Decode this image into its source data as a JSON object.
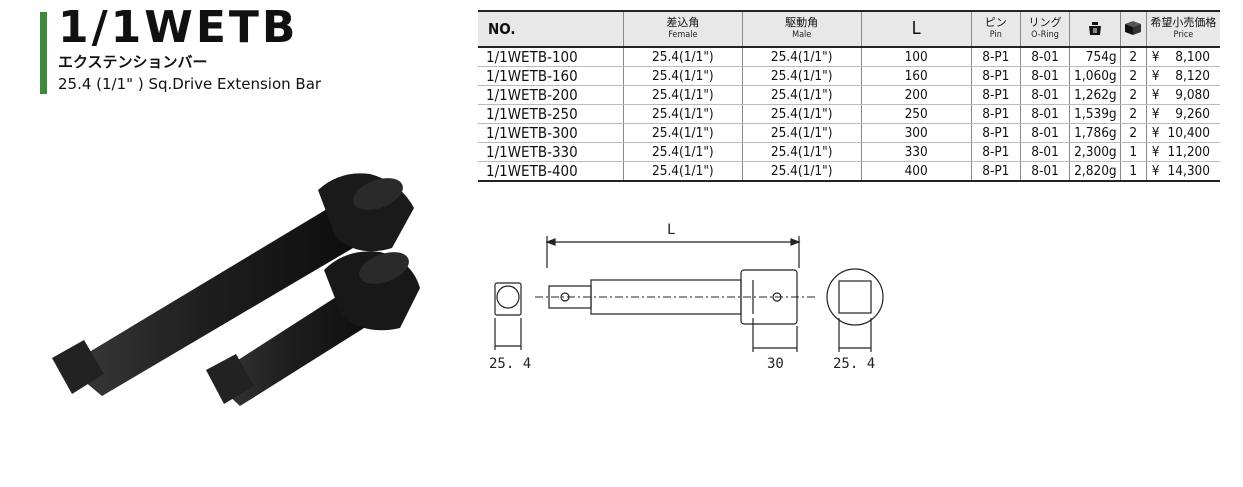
{
  "header": {
    "title": "1/1WETB",
    "subtitle_jp": "エクステンションバー",
    "subtitle_en": "25.4 (1/1\" ) Sq.Drive Extension Bar",
    "accent_color": "#3f8a3a"
  },
  "table": {
    "columns": {
      "no": "NO.",
      "female_jp": "差込角",
      "female_en": "Female",
      "male_jp": "駆動角",
      "male_en": "Male",
      "length": "L",
      "pin_jp": "ピン",
      "pin_en": "Pin",
      "ring_jp": "リング",
      "ring_en": "O-Ring",
      "weight_icon": "weight-icon",
      "box_icon": "box-icon",
      "price_jp": "希望小売価格",
      "price_en": "Price"
    },
    "rows": [
      {
        "no": "1/1WETB-100",
        "female": "25.4(1/1\")",
        "male": "25.4(1/1\")",
        "l": "100",
        "pin": "8-P1",
        "ring": "8-01",
        "weight": "754g",
        "qty": "2",
        "yen": "¥",
        "price": "8,100"
      },
      {
        "no": "1/1WETB-160",
        "female": "25.4(1/1\")",
        "male": "25.4(1/1\")",
        "l": "160",
        "pin": "8-P1",
        "ring": "8-01",
        "weight": "1,060g",
        "qty": "2",
        "yen": "¥",
        "price": "8,120"
      },
      {
        "no": "1/1WETB-200",
        "female": "25.4(1/1\")",
        "male": "25.4(1/1\")",
        "l": "200",
        "pin": "8-P1",
        "ring": "8-01",
        "weight": "1,262g",
        "qty": "2",
        "yen": "¥",
        "price": "9,080"
      },
      {
        "no": "1/1WETB-250",
        "female": "25.4(1/1\")",
        "male": "25.4(1/1\")",
        "l": "250",
        "pin": "8-P1",
        "ring": "8-01",
        "weight": "1,539g",
        "qty": "2",
        "yen": "¥",
        "price": "9,260"
      },
      {
        "no": "1/1WETB-300",
        "female": "25.4(1/1\")",
        "male": "25.4(1/1\")",
        "l": "300",
        "pin": "8-P1",
        "ring": "8-01",
        "weight": "1,786g",
        "qty": "2",
        "yen": "¥",
        "price": "10,400"
      },
      {
        "no": "1/1WETB-330",
        "female": "25.4(1/1\")",
        "male": "25.4(1/1\")",
        "l": "330",
        "pin": "8-P1",
        "ring": "8-01",
        "weight": "2,300g",
        "qty": "1",
        "yen": "¥",
        "price": "11,200"
      },
      {
        "no": "1/1WETB-400",
        "female": "25.4(1/1\")",
        "male": "25.4(1/1\")",
        "l": "400",
        "pin": "8-P1",
        "ring": "8-01",
        "weight": "2,820g",
        "qty": "1",
        "yen": "¥",
        "price": "14,300"
      }
    ]
  },
  "diagram": {
    "length_label": "L",
    "male_size": "25. 4",
    "socket_depth": "30",
    "female_size": "25. 4"
  }
}
